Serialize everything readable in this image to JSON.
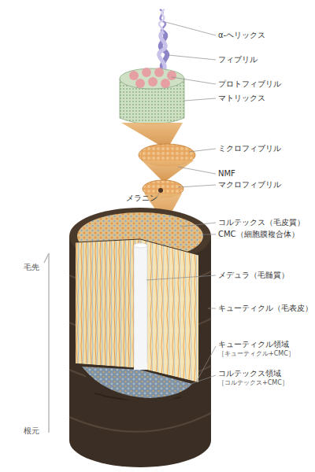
{
  "diagram": {
    "labels": [
      "α-ヘリックス",
      "フィブリル",
      "プロトフィブリル",
      "マトリックス",
      "ミクロフィブリル",
      "NMF",
      "メラニン",
      "マクロフィブリル",
      "コルテックス（毛皮質）",
      "CMC（細胞膜複合体）",
      "毛先",
      "メデュラ（毛髄質）",
      "キューティクル（毛表皮）",
      "キューティクル領域",
      "［キューティクル+CMC］",
      "コルテックス領域",
      "［コルテックス+CMC］",
      "根元"
    ]
  }
}
